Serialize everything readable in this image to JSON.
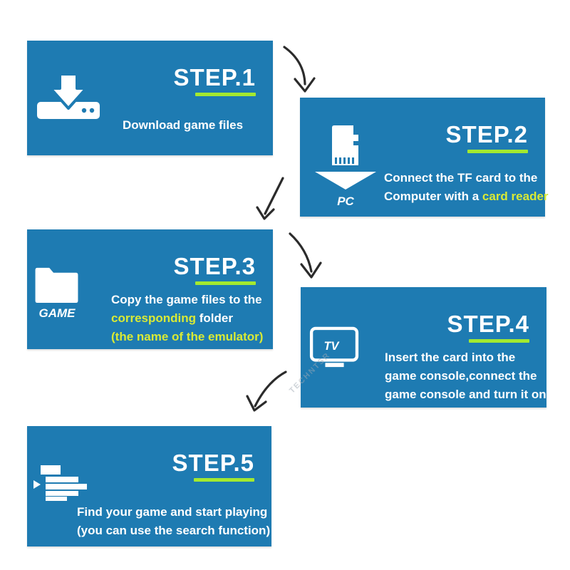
{
  "colors": {
    "background": "#ffffff",
    "card_bg": "#1e7bb2",
    "underline": "#a3e930",
    "highlight": "#d9ea35",
    "arrow": "#2b2b2b"
  },
  "watermark": "TECHNTSR",
  "steps": [
    {
      "title": "STEP.1",
      "icon": "download-icon",
      "icon_label": "",
      "lines": [
        {
          "pre": "Download game files",
          "hl": "",
          "post": ""
        }
      ]
    },
    {
      "title": "STEP.2",
      "icon": "tf-card-icon",
      "icon_label": "PC",
      "lines": [
        {
          "pre": "Connect the TF card to the",
          "hl": "",
          "post": ""
        },
        {
          "pre": "Computer with a ",
          "hl": "card reader",
          "post": ""
        }
      ]
    },
    {
      "title": "STEP.3",
      "icon": "game-folder-icon",
      "icon_label": "GAME",
      "lines": [
        {
          "pre": "Copy the game files to the",
          "hl": "",
          "post": ""
        },
        {
          "pre": "",
          "hl": "corresponding",
          "post": " folder"
        },
        {
          "pre": "",
          "hl": "(the name of the emulator)",
          "post": ""
        }
      ]
    },
    {
      "title": "STEP.4",
      "icon": "tv-icon",
      "icon_label": "TV",
      "lines": [
        {
          "pre": "Insert the card into the",
          "hl": "",
          "post": ""
        },
        {
          "pre": "game console,connect the",
          "hl": "",
          "post": ""
        },
        {
          "pre": "game console and turn it on",
          "hl": "",
          "post": ""
        }
      ]
    },
    {
      "title": "STEP.5",
      "icon": "game-list-icon",
      "icon_label": "",
      "lines": [
        {
          "pre": "Find your game and start playing",
          "hl": "",
          "post": ""
        },
        {
          "pre": "(you can use the search function)",
          "hl": "",
          "post": ""
        }
      ]
    }
  ]
}
